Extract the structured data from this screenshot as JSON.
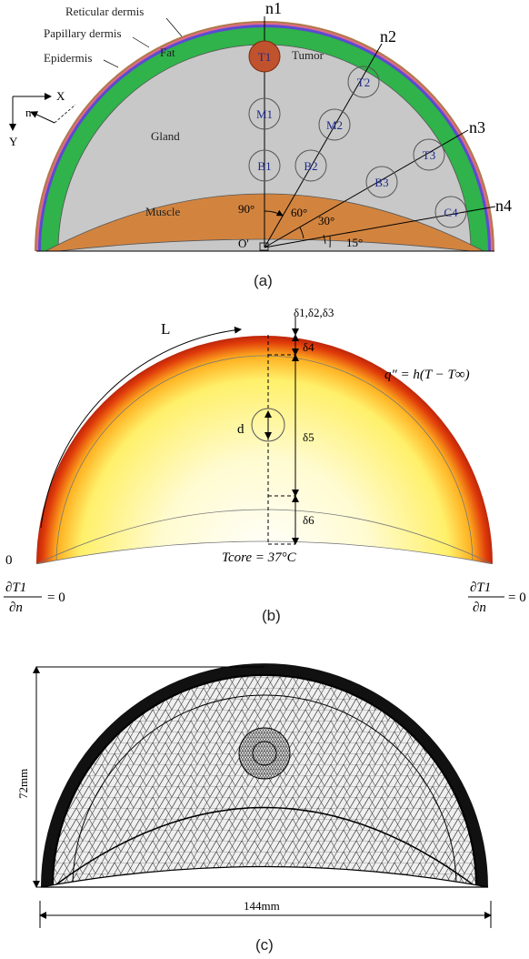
{
  "panel_a": {
    "caption": "(a)",
    "layer_labels": {
      "reticular": "Reticular dermis",
      "papillary": "Papillary dermis",
      "epidermis": "Epidermis",
      "fat": "Fat",
      "tumor": "Tumor",
      "gland": "Gland",
      "muscle": "Muscle"
    },
    "axes": {
      "x": "X",
      "y": "Y",
      "n": "n"
    },
    "origin": "O'",
    "rays": {
      "n1": "n1",
      "n2": "n2",
      "n3": "n3",
      "n4": "n4"
    },
    "angles": {
      "a90": "90°",
      "a60": "60°",
      "a30": "30°",
      "a15": "15°"
    },
    "points": {
      "T1": "T1",
      "T2": "T2",
      "T3": "T3",
      "M1": "M1",
      "M2": "M2",
      "B1": "B1",
      "B2": "B2",
      "B3": "B3",
      "C4": "C4"
    },
    "colors": {
      "epidermis": "#5b4bd1",
      "papillary": "#e06a8a",
      "fat": "#2fb34a",
      "gland": "#c8c8c8",
      "muscle": "#d2843f",
      "tumor": "#c0522e"
    }
  },
  "panel_b": {
    "caption": "(b)",
    "arc_label": "L",
    "deltas": "δ1,δ2,δ3",
    "delta4": "δ4",
    "delta5": "δ5",
    "delta6": "δ6",
    "d_label": "d",
    "zero": "0",
    "bc_top": "q″ = h(T − T∞)",
    "bc_core": "Tcore = 37°C",
    "bc_left_num": "∂T1",
    "bc_left_den": "∂n",
    "bc_left_eq": "= 0",
    "bc_right_num": "∂T1",
    "bc_right_den": "∂n",
    "bc_right_eq": "= 0"
  },
  "panel_c": {
    "caption": "(c)",
    "height_label": "72mm",
    "width_label": "144mm"
  }
}
